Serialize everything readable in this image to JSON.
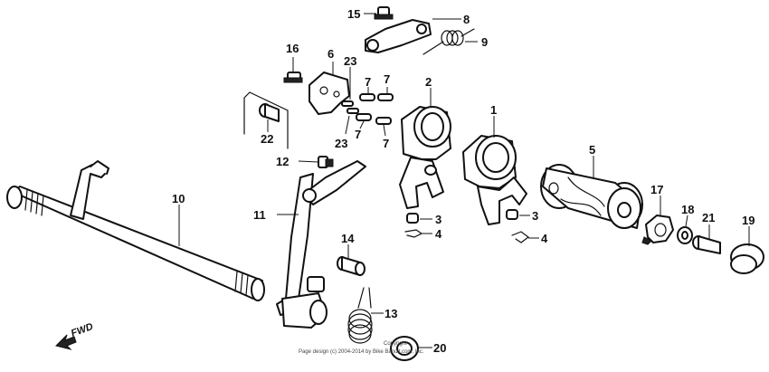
{
  "diagram": {
    "direction_label": "FWD",
    "copyright_line_1": "Copyright",
    "copyright_line_2": "Page design (c) 2004-2014 by Bike Bandit.com, Inc.",
    "callouts": {
      "c1": "1",
      "c2": "2",
      "c3a": "3",
      "c3b": "3",
      "c4a": "4",
      "c4b": "4",
      "c5": "5",
      "c6": "6",
      "c7a": "7",
      "c7b": "7",
      "c7c": "7",
      "c7d": "7",
      "c8": "8",
      "c9": "9",
      "c10": "10",
      "c11": "11",
      "c12": "12",
      "c13": "13",
      "c14": "14",
      "c15": "15",
      "c16": "16",
      "c17": "17",
      "c18": "18",
      "c19": "19",
      "c20": "20",
      "c21": "21",
      "c22": "22",
      "c23a": "23",
      "c23b": "23"
    }
  }
}
